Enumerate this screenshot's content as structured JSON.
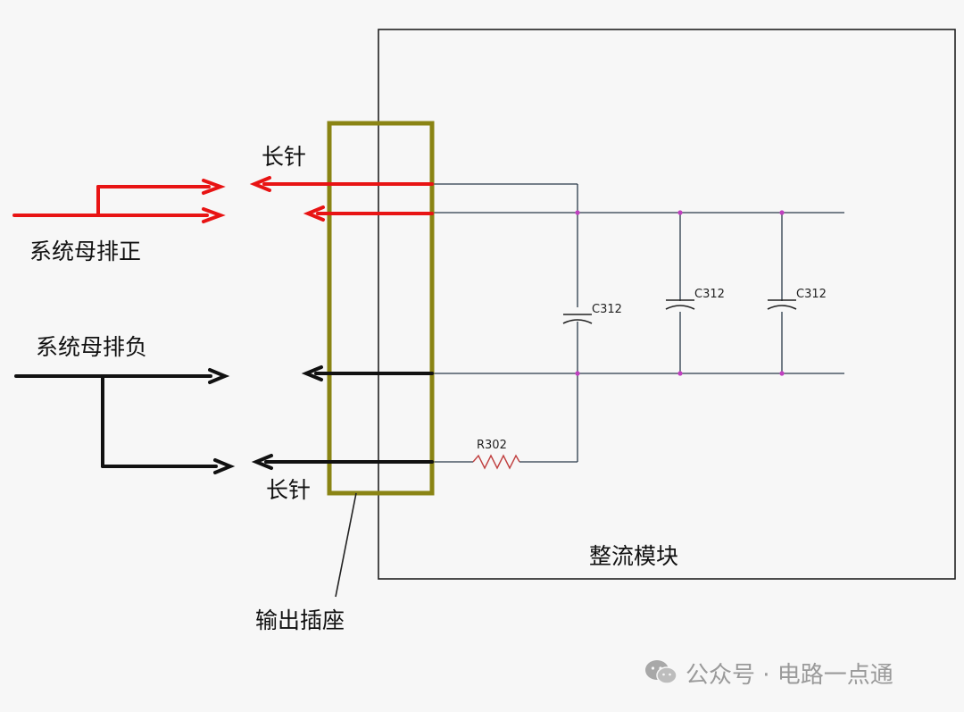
{
  "labels": {
    "long_pin_top": "长针",
    "long_pin_bottom": "长针",
    "bus_positive": "系统母排正",
    "bus_negative": "系统母排负",
    "output_socket": "输出插座",
    "rectifier_module": "整流模块"
  },
  "components": {
    "cap1": "C312",
    "cap2": "C312",
    "cap3": "C312",
    "resistor": "R302"
  },
  "watermark": {
    "text": "公众号 · 电路一点通",
    "icon": "wechat-icon"
  },
  "colors": {
    "positive": "#e81414",
    "negative": "#111111",
    "socket": "#8a8414",
    "wire": "#2a3a4a",
    "node": "#c040c0"
  }
}
